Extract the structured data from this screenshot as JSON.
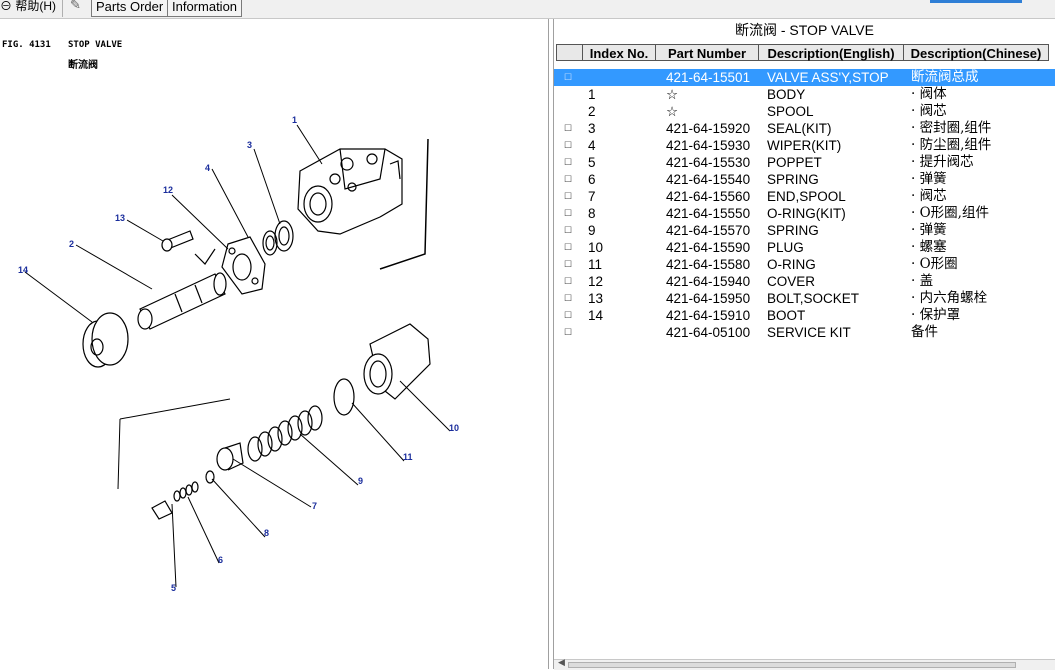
{
  "toolbar": {
    "help_label": "帮助(H)",
    "help_icon_glyph": "⊖",
    "wrench_glyph": "✎",
    "parts_order_label": "Parts Order",
    "information_label": "Information"
  },
  "drawing": {
    "fig_label": "FIG. 4131",
    "title_en": "STOP VALVE",
    "title_cn": "断流阀",
    "callouts": [
      "1",
      "2",
      "3",
      "4",
      "5",
      "6",
      "7",
      "8",
      "9",
      "10",
      "11",
      "12",
      "13",
      "14"
    ]
  },
  "parts_panel": {
    "title": "断流阀 - STOP VALVE",
    "columns": [
      "Index No.",
      "Part Number",
      "Description(English)",
      "Description(Chinese)"
    ],
    "checkbox_glyph": "☐",
    "rows": [
      {
        "index": "",
        "part_number": "421-64-15501",
        "desc_en": "VALVE ASS'Y,STOP",
        "desc_cn": "断流阀总成",
        "checkbox": true,
        "selected": true
      },
      {
        "index": "1",
        "part_number": "☆",
        "desc_en": "BODY",
        "desc_cn": "· 阀体",
        "checkbox": false
      },
      {
        "index": "2",
        "part_number": "☆",
        "desc_en": "SPOOL",
        "desc_cn": "· 阀芯",
        "checkbox": false
      },
      {
        "index": "3",
        "part_number": "421-64-15920",
        "desc_en": "SEAL(KIT)",
        "desc_cn": "· 密封圈,组件",
        "checkbox": true
      },
      {
        "index": "4",
        "part_number": "421-64-15930",
        "desc_en": "WIPER(KIT)",
        "desc_cn": "· 防尘圈,组件",
        "checkbox": true
      },
      {
        "index": "5",
        "part_number": "421-64-15530",
        "desc_en": "POPPET",
        "desc_cn": "· 提升阀芯",
        "checkbox": true
      },
      {
        "index": "6",
        "part_number": "421-64-15540",
        "desc_en": "SPRING",
        "desc_cn": "· 弹簧",
        "checkbox": true
      },
      {
        "index": "7",
        "part_number": "421-64-15560",
        "desc_en": "END,SPOOL",
        "desc_cn": "· 阀芯",
        "checkbox": true
      },
      {
        "index": "8",
        "part_number": "421-64-15550",
        "desc_en": "O-RING(KIT)",
        "desc_cn": "· O形圈,组件",
        "checkbox": true
      },
      {
        "index": "9",
        "part_number": "421-64-15570",
        "desc_en": "SPRING",
        "desc_cn": "· 弹簧",
        "checkbox": true
      },
      {
        "index": "10",
        "part_number": "421-64-15590",
        "desc_en": "PLUG",
        "desc_cn": "· 螺塞",
        "checkbox": true
      },
      {
        "index": "11",
        "part_number": "421-64-15580",
        "desc_en": "O-RING",
        "desc_cn": "· O形圈",
        "checkbox": true
      },
      {
        "index": "12",
        "part_number": "421-64-15940",
        "desc_en": "COVER",
        "desc_cn": "· 盖",
        "checkbox": true
      },
      {
        "index": "13",
        "part_number": "421-64-15950",
        "desc_en": "BOLT,SOCKET",
        "desc_cn": "· 内六角螺栓",
        "checkbox": true
      },
      {
        "index": "14",
        "part_number": "421-64-15910",
        "desc_en": "BOOT",
        "desc_cn": "· 保护罩",
        "checkbox": true
      },
      {
        "index": "",
        "part_number": "421-64-05100",
        "desc_en": "SERVICE KIT",
        "desc_cn": "备件",
        "checkbox": true
      }
    ]
  },
  "colors": {
    "selection": "#3399ff",
    "callout_text": "#1a2d9c",
    "toolbar_accent": "#2f7fd6"
  }
}
